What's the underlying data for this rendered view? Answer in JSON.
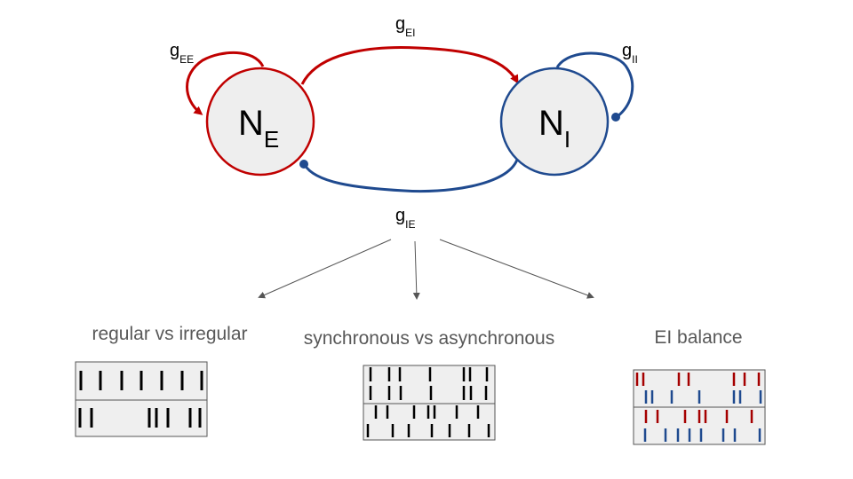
{
  "colors": {
    "excitatory": "#c00000",
    "inhibitory": "#1f4a8f",
    "node_fill": "#eeeeee",
    "raster_bg": "#efefef",
    "arrow": "#555555",
    "caption": "#595959"
  },
  "nodes": {
    "excitatory": {
      "main": "N",
      "sub": "E"
    },
    "inhibitory": {
      "main": "N",
      "sub": "I"
    }
  },
  "connections": {
    "ee": {
      "main": "g",
      "sub": "EE"
    },
    "ei": {
      "main": "g",
      "sub": "EI"
    },
    "ii": {
      "main": "g",
      "sub": "II"
    },
    "ie": {
      "main": "g",
      "sub": "IE"
    }
  },
  "categories": {
    "regularity": "regular vs irregular",
    "synchrony": "synchronous vs asynchronous",
    "balance": "EI balance"
  }
}
